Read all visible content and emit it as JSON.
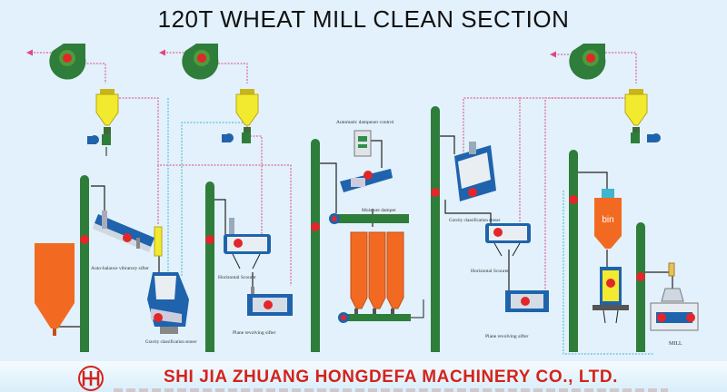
{
  "title": "120T WHEAT  MILL CLEAN SECTION",
  "labels": {
    "sifter": "Auto-balance vibratory sifter",
    "gravity1": "Gravity classification stoner",
    "scourer1": "Horizontal Scourer",
    "plane1": "Plane revolving sifter",
    "damp_ctrl": "Automatic dampener control",
    "moisture": "Moisture damper",
    "gravity2": "Gravity classification stoner",
    "scourer2": "Horizontal Scourer",
    "plane2": "Plane revolving sifter",
    "bin": "bin",
    "mill": "MILL"
  },
  "footer": {
    "company": "SHI JIA ZHUANG HONGDEFA MACHINERY CO., LTD."
  },
  "colors": {
    "orange": "#f26a22",
    "blue": "#1f63ad",
    "green": "#2e7d3a",
    "yellow": "#f2ea2e",
    "red": "#e3262a",
    "duct": "#e0477f",
    "footer_text": "#d4231c"
  }
}
